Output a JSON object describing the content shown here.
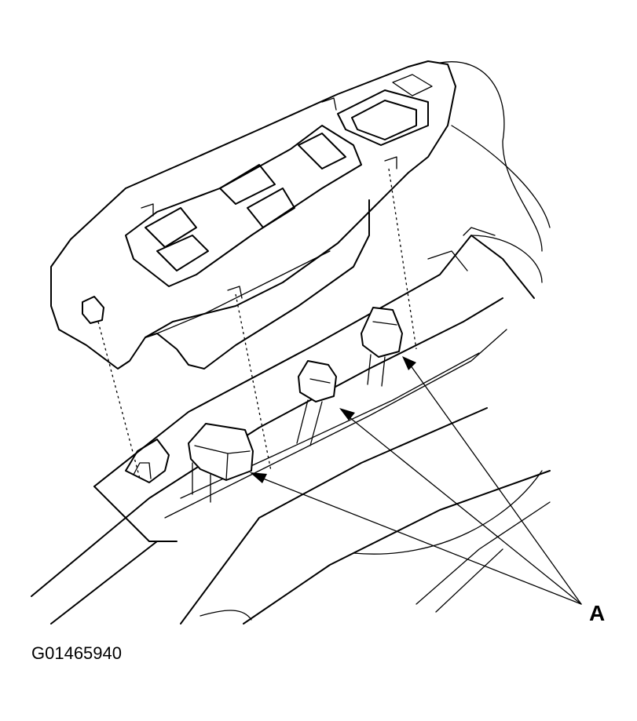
{
  "callout": {
    "label": "A",
    "target_count": 3
  },
  "figure": {
    "id": "G01465940"
  },
  "colors": {
    "ink": "#000000",
    "background": "#ffffff"
  }
}
